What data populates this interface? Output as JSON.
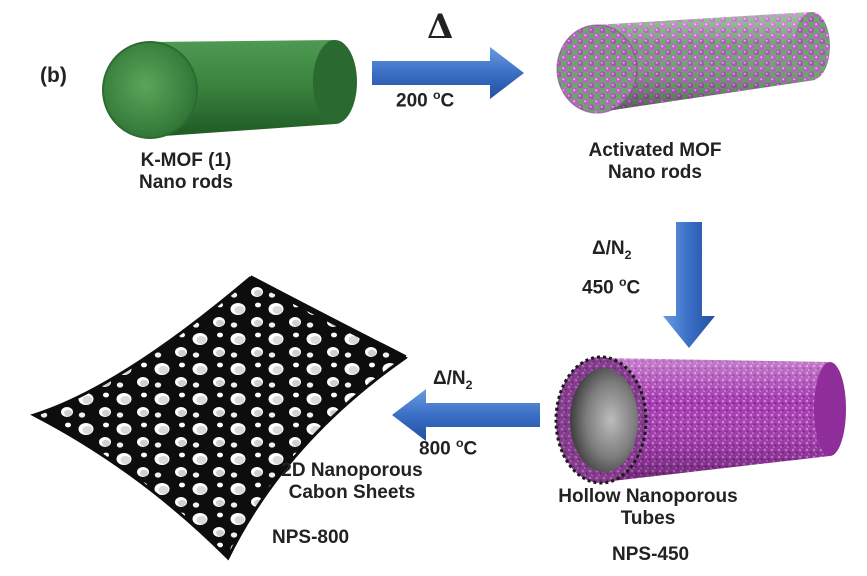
{
  "panel_label": "(b)",
  "steps": {
    "kmof": {
      "line1": "K-MOF (1)",
      "line2": "Nano rods"
    },
    "activated": {
      "line1": "Activated MOF",
      "line2": "Nano rods"
    },
    "hollow": {
      "line1": "Hollow Nanoporous",
      "line2": "Tubes",
      "code": "NPS-450"
    },
    "sheets": {
      "line1": "2D Nanoporous",
      "line2": "Cabon Sheets",
      "code": "NPS-800"
    }
  },
  "arrows": {
    "a1": {
      "symbol": "Δ",
      "temp": "200",
      "unit_sup": "o",
      "unit": "C"
    },
    "a2": {
      "symbol": "Δ/N",
      "sub": "2",
      "temp": "450",
      "unit_sup": "o",
      "unit": "C"
    },
    "a3": {
      "symbol": "Δ/N",
      "sub": "2",
      "temp": "800",
      "unit_sup": "o",
      "unit": "C"
    }
  },
  "colors": {
    "kmof_green": "#3f8a43",
    "arrow_blue": "#3a6fc6",
    "mof_pink": "#b74fc0",
    "mof_green": "#5aa35a",
    "sheet_black": "#0d0d0d"
  }
}
